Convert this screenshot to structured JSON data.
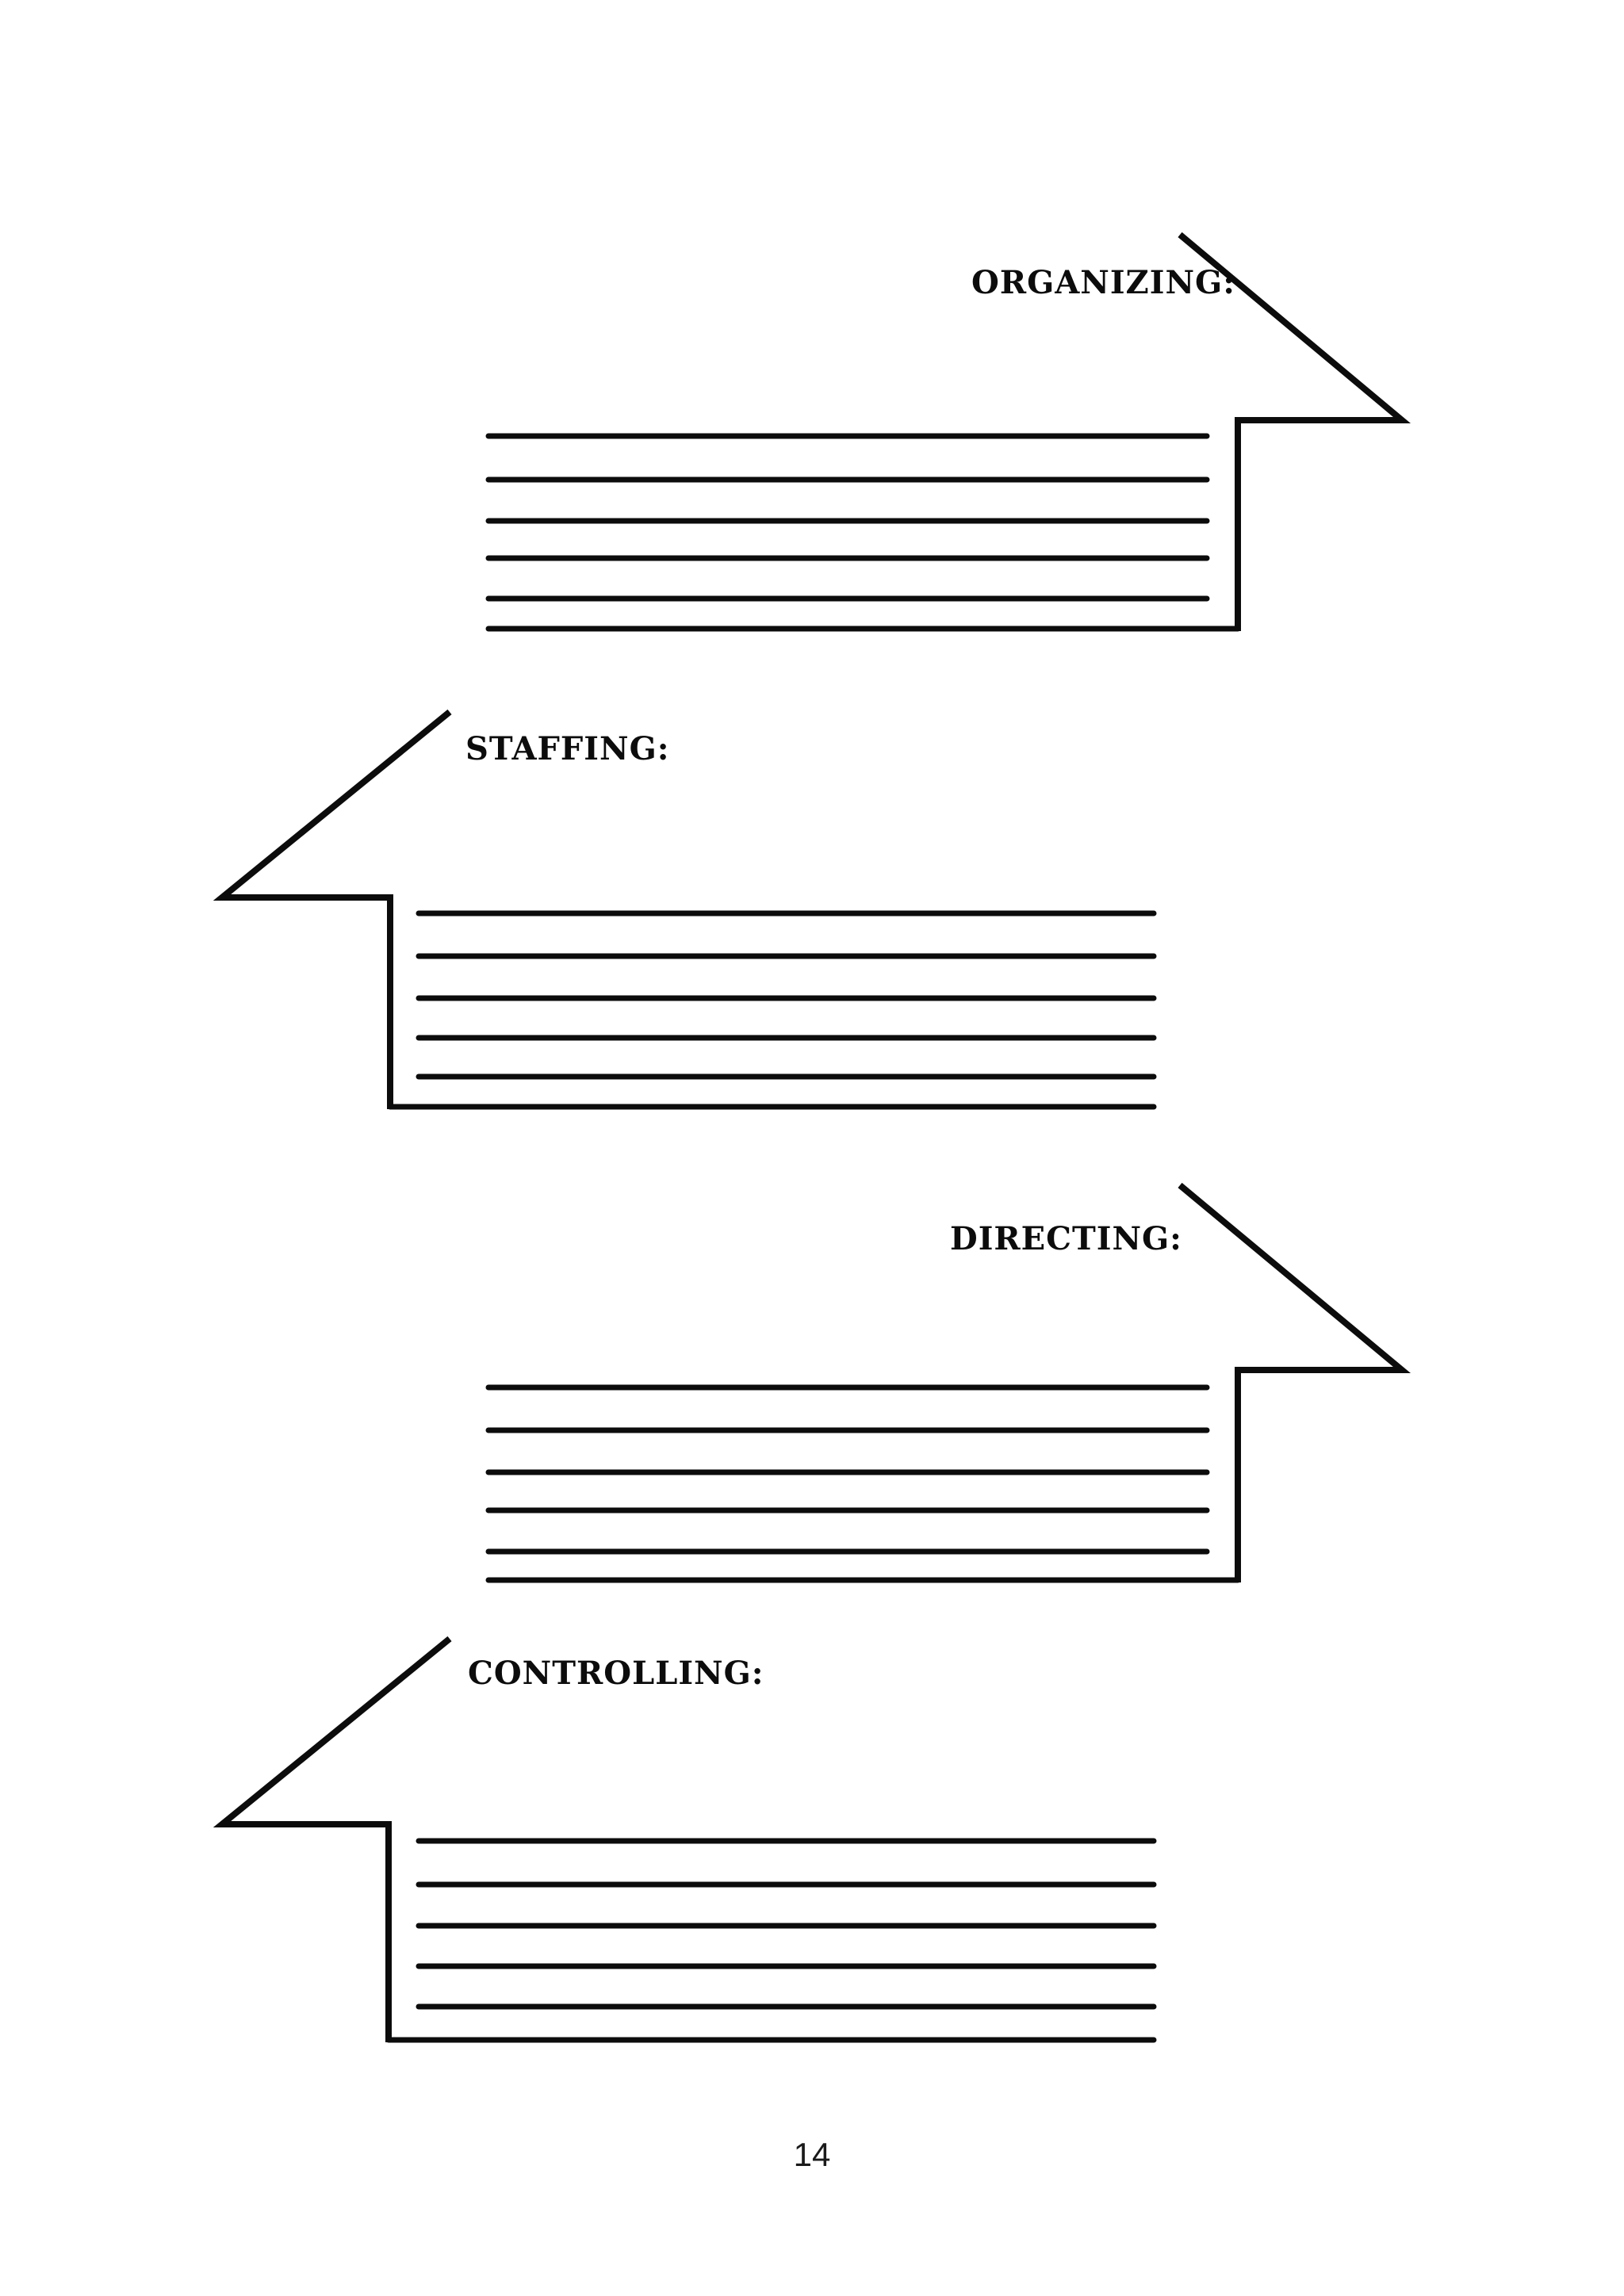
{
  "page": {
    "number": "14"
  },
  "colors": {
    "ink": "#0c0c0c",
    "background": "#ffffff"
  },
  "sections": [
    {
      "label": "ORGANIZING:",
      "arrow_direction": "pointing-down-right",
      "blank_lines": 6
    },
    {
      "label": "STAFFING:",
      "arrow_direction": "pointing-down-left",
      "blank_lines": 6
    },
    {
      "label": "DIRECTING:",
      "arrow_direction": "pointing-down-right",
      "blank_lines": 6
    },
    {
      "label": "CONTROLLING:",
      "arrow_direction": "pointing-down-left",
      "blank_lines": 6
    }
  ]
}
